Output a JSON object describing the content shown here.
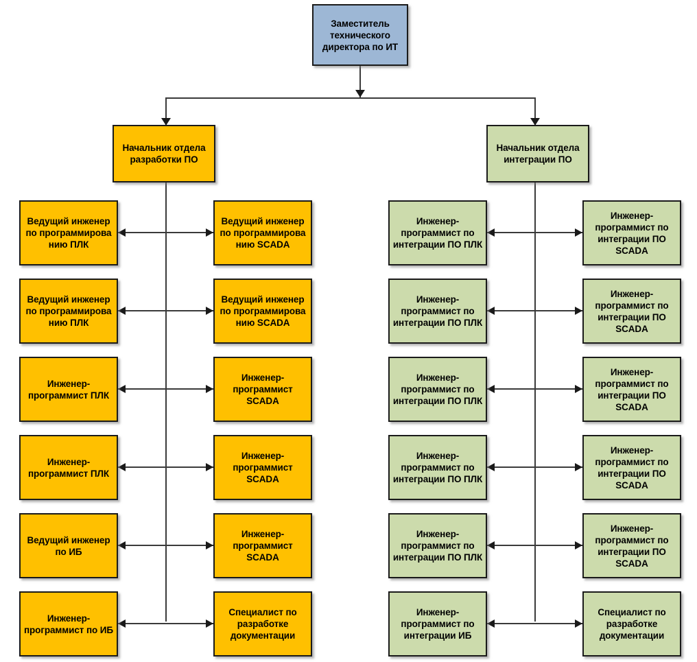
{
  "diagram": {
    "title_top": "Заместитель технического директора по ИТ",
    "colors": {
      "top_box": "#9DB7D5",
      "left_branch": "#FFC000",
      "right_branch": "#CCDBAC",
      "border": "#1A1A1A",
      "connector": "#3A3A3A",
      "background": "#FFFFFF"
    },
    "top": {
      "label": "Заместитель технического директора по ИТ"
    },
    "branches": [
      {
        "id": "development",
        "color": "#FFC000",
        "head": {
          "label": "Начальник отдела разработки ПО"
        },
        "rows": [
          {
            "left": "Ведущий инженер по программирова нию ПЛК",
            "right": "Ведущий инженер по программирова нию SCADA"
          },
          {
            "left": "Ведущий инженер по программирова нию ПЛК",
            "right": "Ведущий инженер по программирова нию SCADA"
          },
          {
            "left": "Инженер-программист ПЛК",
            "right": "Инженер-программист SCADA"
          },
          {
            "left": "Инженер-программист ПЛК",
            "right": "Инженер-программист SCADA"
          },
          {
            "left": "Ведущий инженер по ИБ",
            "right": "Инженер-программист SCADA"
          },
          {
            "left": "Инженер-программист по ИБ",
            "right": "Специалист по разработке документации"
          }
        ]
      },
      {
        "id": "integration",
        "color": "#CCDBAC",
        "head": {
          "label": "Начальник отдела интеграции ПО"
        },
        "rows": [
          {
            "left": "Инженер-программист по интеграции ПО ПЛК",
            "right": "Инженер-программист по интеграции ПО SCADA"
          },
          {
            "left": "Инженер-программист по интеграции ПО ПЛК",
            "right": "Инженер-программист по интеграции ПО SCADA"
          },
          {
            "left": "Инженер-программист по интеграции ПО ПЛК",
            "right": "Инженер-программист по интеграции ПО SCADA"
          },
          {
            "left": "Инженер-программист по интеграции ПО ПЛК",
            "right": "Инженер-программист по интеграции ПО SCADA"
          },
          {
            "left": "Инженер-программист по интеграции ПО ПЛК",
            "right": "Инженер-программист по интеграции ПО SCADA"
          },
          {
            "left": "Инженер-программист по интеграции ИБ",
            "right": "Специалист по разработке документации"
          }
        ]
      }
    ]
  }
}
